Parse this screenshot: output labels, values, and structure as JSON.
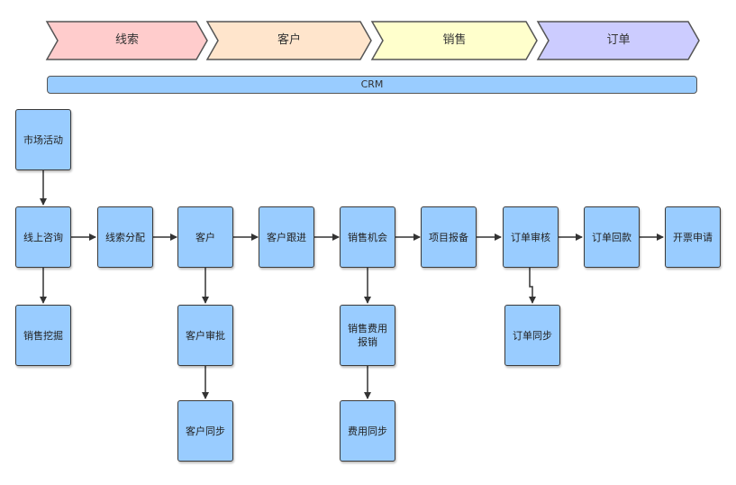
{
  "stages": [
    {
      "label": "线索",
      "color": "#ffcccc"
    },
    {
      "label": "客户",
      "color": "#ffe5cc"
    },
    {
      "label": "销售",
      "color": "#ffffcc"
    },
    {
      "label": "订单",
      "color": "#ccccff"
    }
  ],
  "crm_bar": {
    "label": "CRM",
    "color": "#99ccff"
  },
  "nodes": {
    "market": "市场活动",
    "consult": "线上咨询",
    "mining": "销售挖掘",
    "assign": "线索分配",
    "customer": "客户",
    "approval": "客户审批",
    "cust_sync": "客户同步",
    "follow": "客户跟进",
    "opportunity": "销售机会",
    "expense": "销售费用报销",
    "expense_sync": "费用同步",
    "report": "项目报备",
    "order_review": "订单审核",
    "order_sync": "订单同步",
    "payment": "订单回款",
    "invoice": "开票申请"
  }
}
